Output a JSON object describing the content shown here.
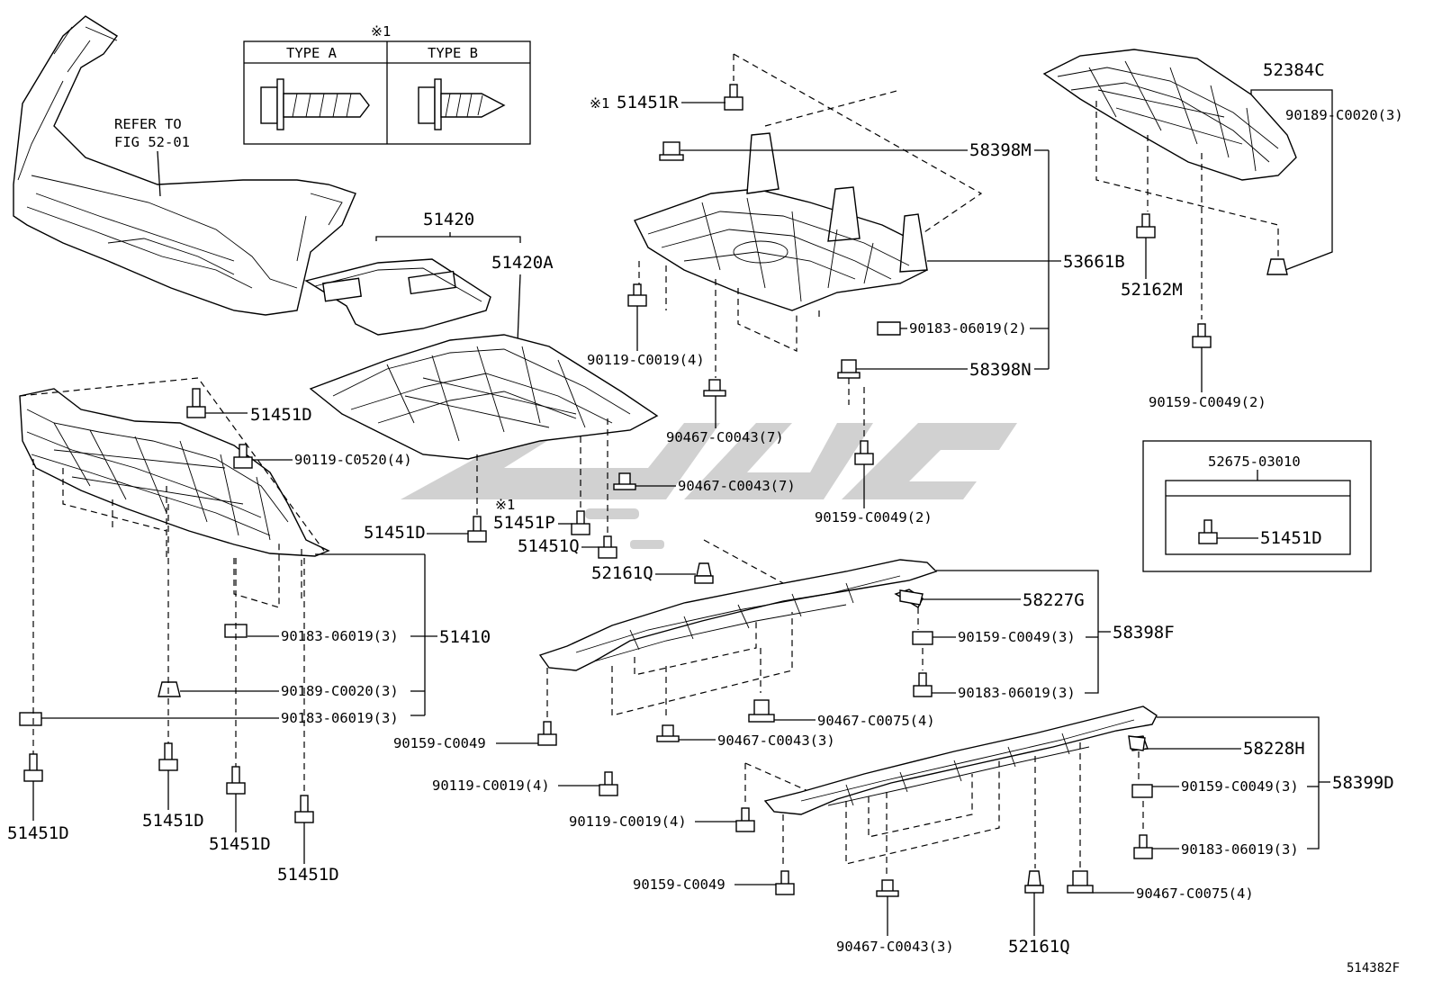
{
  "type_table": {
    "note_mark": "※1",
    "type_a": "TYPE A",
    "type_b": "TYPE B"
  },
  "refer": {
    "line1": "REFER TO",
    "line2": "FIG 52-01"
  },
  "kit_box": {
    "title": "52675-03010",
    "part": "51451D"
  },
  "note_mark": "※1",
  "diagram_code": "514382F",
  "labels": {
    "p51451R": "51451R",
    "p58398M": "58398M",
    "p53661B": "53661B",
    "p90183_06019_2": "90183-06019(2)",
    "p58398N": "58398N",
    "p52384C": "52384C",
    "p90189_C0020_3_top": "90189-C0020(3)",
    "p52162M": "52162M",
    "p90159_C0049_2_right": "90159-C0049(2)",
    "p51420": "51420",
    "p51420A": "51420A",
    "p90119_C0019_4_a": "90119-C0019(4)",
    "p90467_C0043_7_a": "90467-C0043(7)",
    "p90467_C0043_7_b": "90467-C0043(7)",
    "p90159_C0049_2_mid": "90159-C0049(2)",
    "p51451D_a": "51451D",
    "p90119_C0520_4": "90119-C0520(4)",
    "p51451D_b": "51451D",
    "p51451P": "51451P",
    "p51451Q": "51451Q",
    "p52161Q_a": "52161Q",
    "p51410": "51410",
    "p90183_06019_3_a": "90183-06019(3)",
    "p90189_C0020_3": "90189-C0020(3)",
    "p90183_06019_3_b": "90183-06019(3)",
    "p51451D_c": "51451D",
    "p51451D_d": "51451D",
    "p51451D_e": "51451D",
    "p51451D_f": "51451D",
    "p58227G": "58227G",
    "p58398F": "58398F",
    "p90159_C0049_3_a": "90159-C0049(3)",
    "p90183_06019_3_c": "90183-06019(3)",
    "p90467_C0075_4_a": "90467-C0075(4)",
    "p90467_C0043_3_a": "90467-C0043(3)",
    "p90159_C0049_a": "90159-C0049",
    "p90119_C0019_4_b": "90119-C0019(4)",
    "p90119_C0019_4_c": "90119-C0019(4)",
    "p58228H": "58228H",
    "p58399D": "58399D",
    "p90159_C0049_3_b": "90159-C0049(3)",
    "p90183_06019_3_d": "90183-06019(3)",
    "p90159_C0049_b": "90159-C0049",
    "p90467_C0075_4_b": "90467-C0075(4)",
    "p90467_C0043_3_b": "90467-C0043(3)",
    "p52161Q_b": "52161Q"
  },
  "colors": {
    "line": "#000000",
    "watermark": "#c8c8c8",
    "background": "#ffffff"
  }
}
